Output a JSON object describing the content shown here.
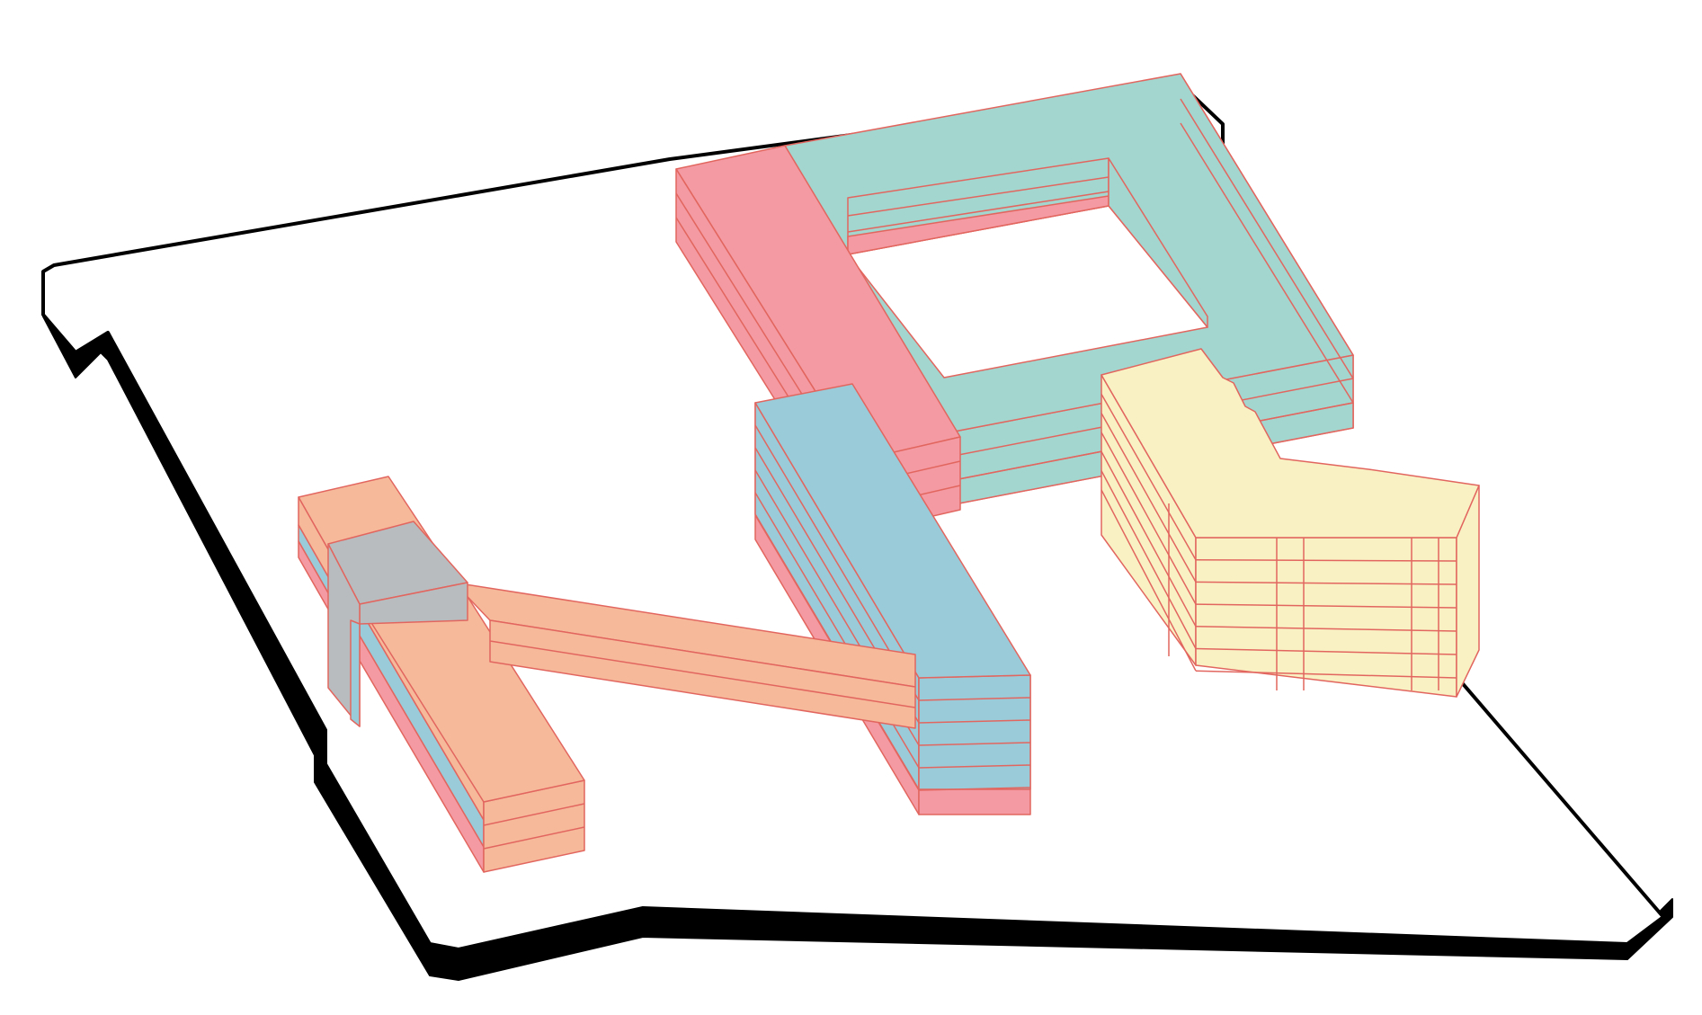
{
  "diagram": {
    "type": "isometric-massing-diagram",
    "colors": {
      "background": "#ffffff",
      "site_fill": "#ffffff",
      "site_outline": "#000000",
      "site_edge": "#000000",
      "edge_stroke": "#e2665f",
      "pink": "#f49aa2",
      "teal": "#a2d6ce",
      "blue": "#9acbd8",
      "salmon": "#f6b99a",
      "grey": "#b9bcbe",
      "yellow": "#f9f1c4"
    },
    "elements": [
      {
        "id": "site-plot",
        "role": "site ground plane with extruded edge"
      },
      {
        "id": "courtyard-block",
        "colors": [
          "teal",
          "pink"
        ],
        "floors": 3
      },
      {
        "id": "slab-block",
        "colors": [
          "blue",
          "pink"
        ],
        "floors": 6
      },
      {
        "id": "bridge-wing",
        "colors": [
          "salmon",
          "grey"
        ],
        "floors": 2
      },
      {
        "id": "low-block",
        "colors": [
          "salmon",
          "blue",
          "pink"
        ],
        "floors": 3
      },
      {
        "id": "residential-block",
        "colors": [
          "yellow"
        ],
        "floors": 6
      }
    ]
  }
}
